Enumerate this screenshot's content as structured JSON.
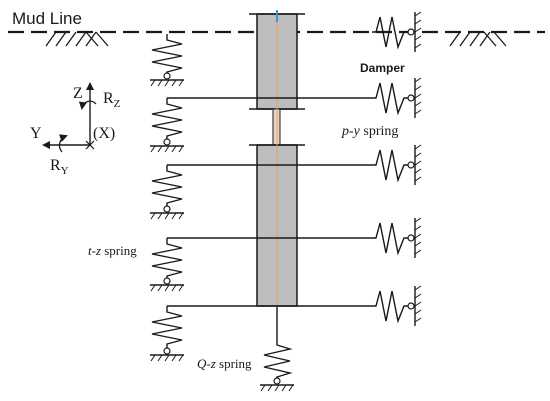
{
  "labels": {
    "mud_line": "Mud Line",
    "damper": "Damper",
    "py_italic": "p-y",
    "py_rest": " spring",
    "tz_italic": "t-z",
    "tz_rest": " spring",
    "qz_italic": "Q-z",
    "qz_rest": " spring"
  },
  "axes": {
    "z": "Z",
    "y": "Y",
    "x": "(X)",
    "rz_main": "R",
    "rz_sub": "Z",
    "ry_main": "R",
    "ry_sub": "Y"
  },
  "colors": {
    "pile_fill": "#bdbdbd",
    "line": "#1a1a1a",
    "pile_axis": "#e8a060",
    "marker_top": "#3399cc"
  }
}
